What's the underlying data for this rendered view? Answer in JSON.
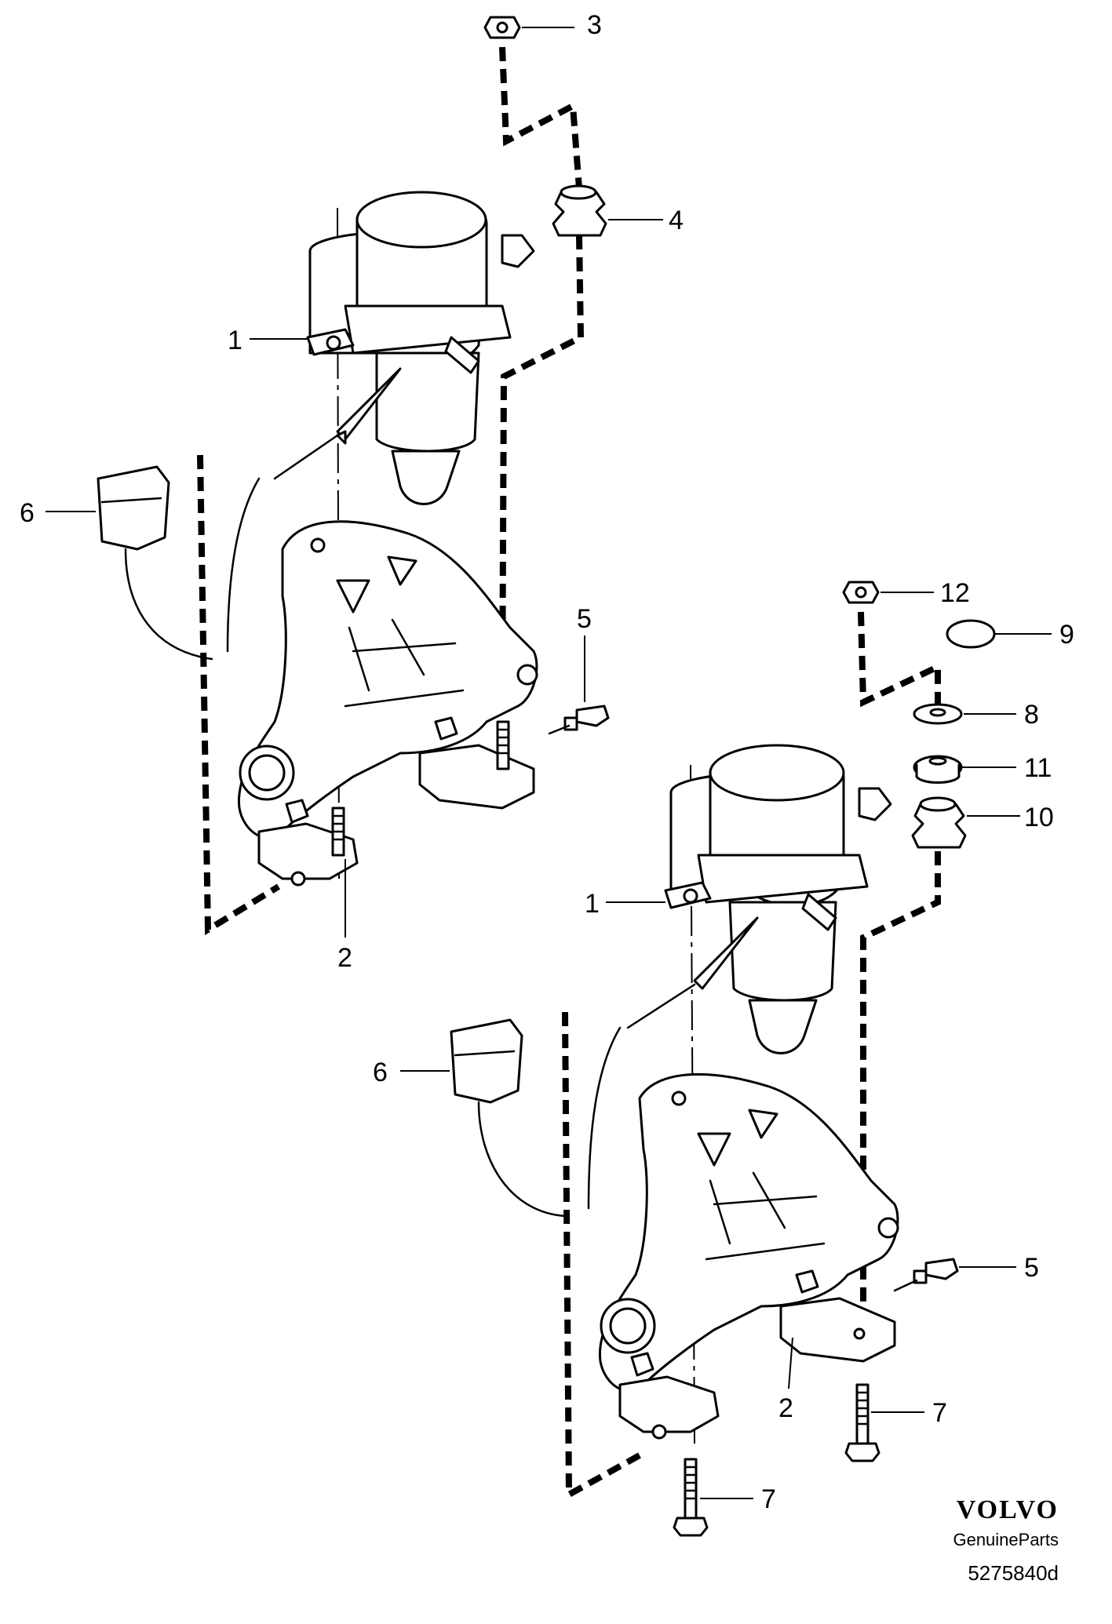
{
  "callouts": {
    "top_1": "1",
    "top_2": "2",
    "top_3": "3",
    "top_4": "4",
    "top_5": "5",
    "top_6": "6",
    "bot_1": "1",
    "bot_2": "2",
    "bot_5": "5",
    "bot_6": "6",
    "bot_7a": "7",
    "bot_7b": "7",
    "bot_8": "8",
    "bot_9": "9",
    "bot_10": "10",
    "bot_11": "11",
    "bot_12": "12"
  },
  "footer": {
    "brand": "VOLVO",
    "tagline": "GenuineParts",
    "reference": "5275840d"
  }
}
